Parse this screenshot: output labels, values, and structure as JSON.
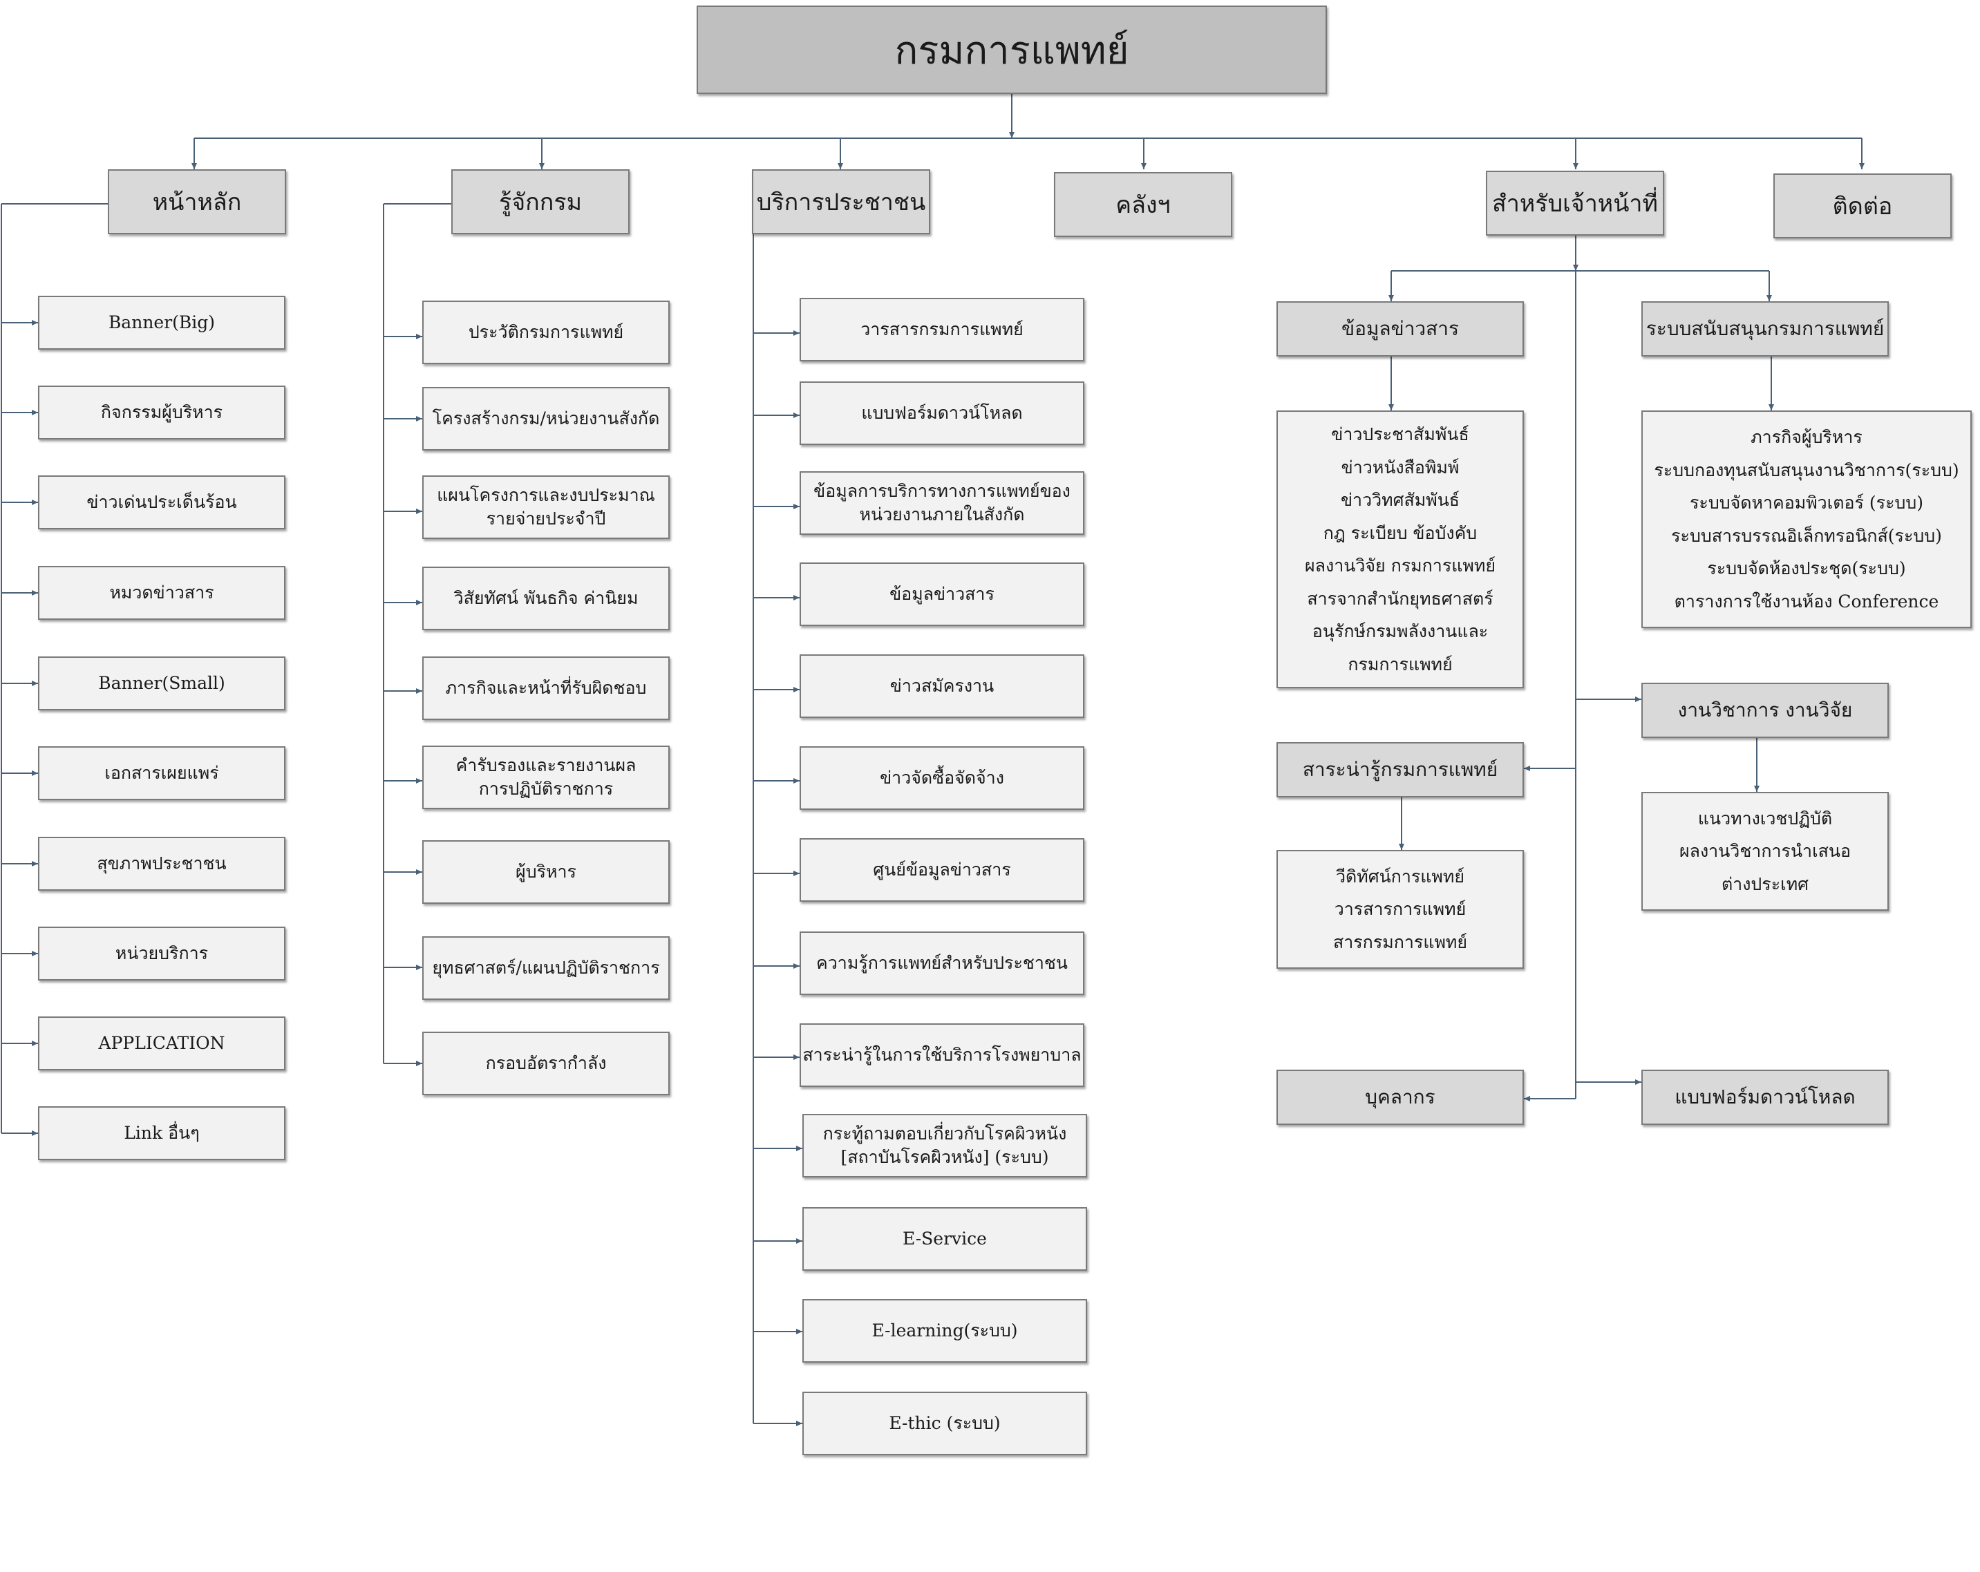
{
  "root": {
    "label": "กรมการแพทย์"
  },
  "top": {
    "home": "หน้าหลัก",
    "about": "รู้จักกรม",
    "service": "บริการประชาชน",
    "repo": "คลังฯ",
    "staff": "สำหรับเจ้าหน้าที่",
    "contact": "ติดต่อ"
  },
  "home_items": [
    "Banner(Big)",
    "กิจกรรมผู้บริหาร",
    "ข่าวเด่นประเด็นร้อน",
    "หมวดข่าวสาร",
    "Banner(Small)",
    "เอกสารเผยแพร่",
    "สุขภาพประชาชน",
    "หน่วยบริการ",
    "APPLICATION",
    "Link อื่นๆ"
  ],
  "about_items": [
    [
      "ประวัติกรมการแพทย์"
    ],
    [
      "โครงสร้างกรม/หน่วยงานสังกัด"
    ],
    [
      "แผนโครงการและงบประมาณ",
      "รายจ่ายประจำปี"
    ],
    [
      "วิสัยทัศน์ พันธกิจ ค่านิยม"
    ],
    [
      "ภารกิจและหน้าที่รับผิดชอบ"
    ],
    [
      "คำรับรองและรายงานผล",
      "การปฏิบัติราชการ"
    ],
    [
      "ผู้บริหาร"
    ],
    [
      "ยุทธศาสตร์/แผนปฏิบัติราชการ"
    ],
    [
      "กรอบอัตรากำลัง"
    ]
  ],
  "service_items": [
    [
      "วารสารกรมการแพทย์"
    ],
    [
      "แบบฟอร์มดาวน์โหลด"
    ],
    [
      "ข้อมูลการบริการทางการแพทย์ของ",
      "หน่วยงานภายในสังกัด"
    ],
    [
      "ข้อมูลข่าวสาร"
    ],
    [
      "ข่าวสมัครงาน"
    ],
    [
      "ข่าวจัดซื้อจัดจ้าง"
    ],
    [
      "ศูนย์ข้อมูลข่าวสาร"
    ],
    [
      "ความรู้การแพทย์สำหรับประชาชน"
    ],
    [
      "สาระน่ารู้ในการใช้บริการโรงพยาบาล"
    ],
    [
      "กระทู้ถามตอบเกี่ยวกับโรคผิวหนัง",
      "[สถาบันโรคผิวหนัง] (ระบบ)"
    ],
    [
      "E-Service"
    ],
    [
      "E-learning(ระบบ)"
    ],
    [
      "E-thic (ระบบ)"
    ]
  ],
  "staff": {
    "news": {
      "label": "ข้อมูลข่าวสาร",
      "items": [
        "ข่าวประชาสัมพันธ์",
        "ข่าวหนังสือพิมพ์",
        "ข่าววิทศสัมพันธ์",
        "กฎ ระเบียบ ข้อบังคับ",
        "ผลงานวิจัย กรมการแพทย์",
        "สารจากสำนักยุทธศาสตร์",
        "อนุรักษ์กรมพลังงานและ",
        "กรมการแพทย์"
      ]
    },
    "support": {
      "label": "ระบบสนับสนุนกรมการแพทย์",
      "items": [
        "ภารกิจผู้บริหาร",
        "ระบบกองทุนสนับสนุนงานวิชาการ(ระบบ)",
        "ระบบจัดหาคอมพิวเตอร์ (ระบบ)",
        "ระบบสารบรรณอิเล็กทรอนิกส์(ระบบ)",
        "ระบบจัดห้องประชุด(ระบบ)",
        "ตารางการใช้งานห้อง Conference"
      ]
    },
    "academic": {
      "label": "งานวิชาการ งานวิจัย",
      "items": [
        "แนวทางเวชปฏิบัติ",
        "ผลงานวิชาการนำเสนอ",
        "ต่างประเทศ"
      ]
    },
    "knowledge": {
      "label": "สาระน่ารู้กรมการแพทย์",
      "items": [
        "วีดิทัศน์การแพทย์",
        "วารสารการแพทย์",
        "สารกรมการแพทย์"
      ]
    },
    "personnel": {
      "label": "บุคลากร"
    },
    "forms": {
      "label": "แบบฟอร์มดาวน์โหลด"
    }
  },
  "colors": {
    "connector": "#4a6076",
    "root_fill": "#bfbfbf",
    "header_fill": "#d9d9d9",
    "item_fill": "#f2f2f2",
    "border": "#7a7a7a"
  }
}
